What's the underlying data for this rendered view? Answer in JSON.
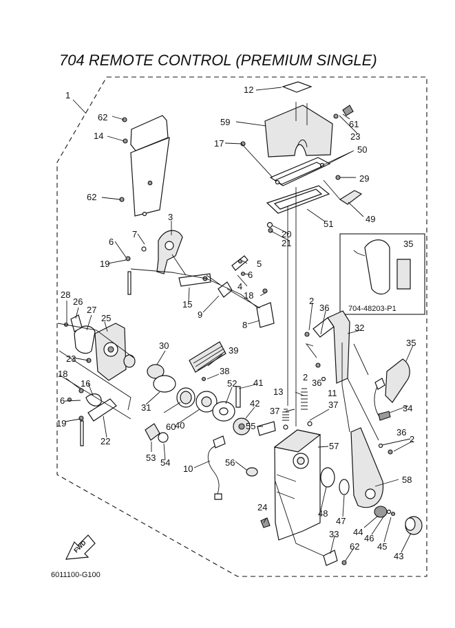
{
  "diagram": {
    "title": "704 REMOTE CONTROL (PREMIUM SINGLE)",
    "code": "6011100-G100",
    "inset_code": "704-48203-P1",
    "fwd_label": "FWD",
    "callouts": [
      "1",
      "2",
      "3",
      "4",
      "5",
      "6",
      "7",
      "8",
      "9",
      "10",
      "11",
      "12",
      "13",
      "14",
      "15",
      "16",
      "17",
      "18",
      "19",
      "20",
      "21",
      "22",
      "23",
      "24",
      "25",
      "26",
      "27",
      "28",
      "29",
      "30",
      "31",
      "32",
      "33",
      "34",
      "35",
      "36",
      "37",
      "38",
      "39",
      "40",
      "41",
      "42",
      "43",
      "44",
      "45",
      "46",
      "47",
      "48",
      "49",
      "50",
      "51",
      "52",
      "53",
      "54",
      "55",
      "56",
      "57",
      "58",
      "59",
      "60",
      "61",
      "62"
    ]
  }
}
